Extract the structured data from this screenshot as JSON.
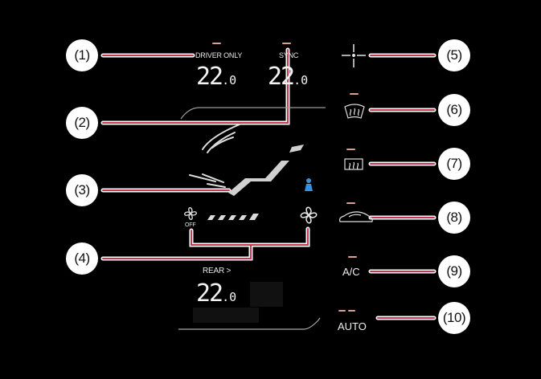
{
  "zones": {
    "driver_only_label": "DRIVER ONLY",
    "sync_label": "SYNC",
    "driver_temp_whole": "22",
    "driver_temp_decimal": ".0",
    "passenger_temp_whole": "22",
    "passenger_temp_decimal": ".0"
  },
  "fan": {
    "off_label": "OFF",
    "speed_segments": 5
  },
  "rear": {
    "label": "REAR >",
    "temp_whole": "22",
    "temp_decimal": ".0"
  },
  "buttons": {
    "ac_label": "A/C",
    "auto_label": "AUTO"
  },
  "callouts": [
    "(1)",
    "(2)",
    "(3)",
    "(4)",
    "(5)",
    "(6)",
    "(7)",
    "(8)",
    "(9)",
    "(10)"
  ],
  "icons": {
    "fan_off": "fan-icon",
    "fan_max": "fan-icon",
    "temp_control": "crosshair-icon",
    "front_defrost": "front-defrost-icon",
    "rear_defrost": "rear-defrost-icon",
    "recirculation": "car-recirculation-icon",
    "seat_person": "person-icon"
  },
  "colors": {
    "leader_line": "#c8374f",
    "indicator": "#d9a190",
    "person_icon": "#3a8fd9"
  }
}
